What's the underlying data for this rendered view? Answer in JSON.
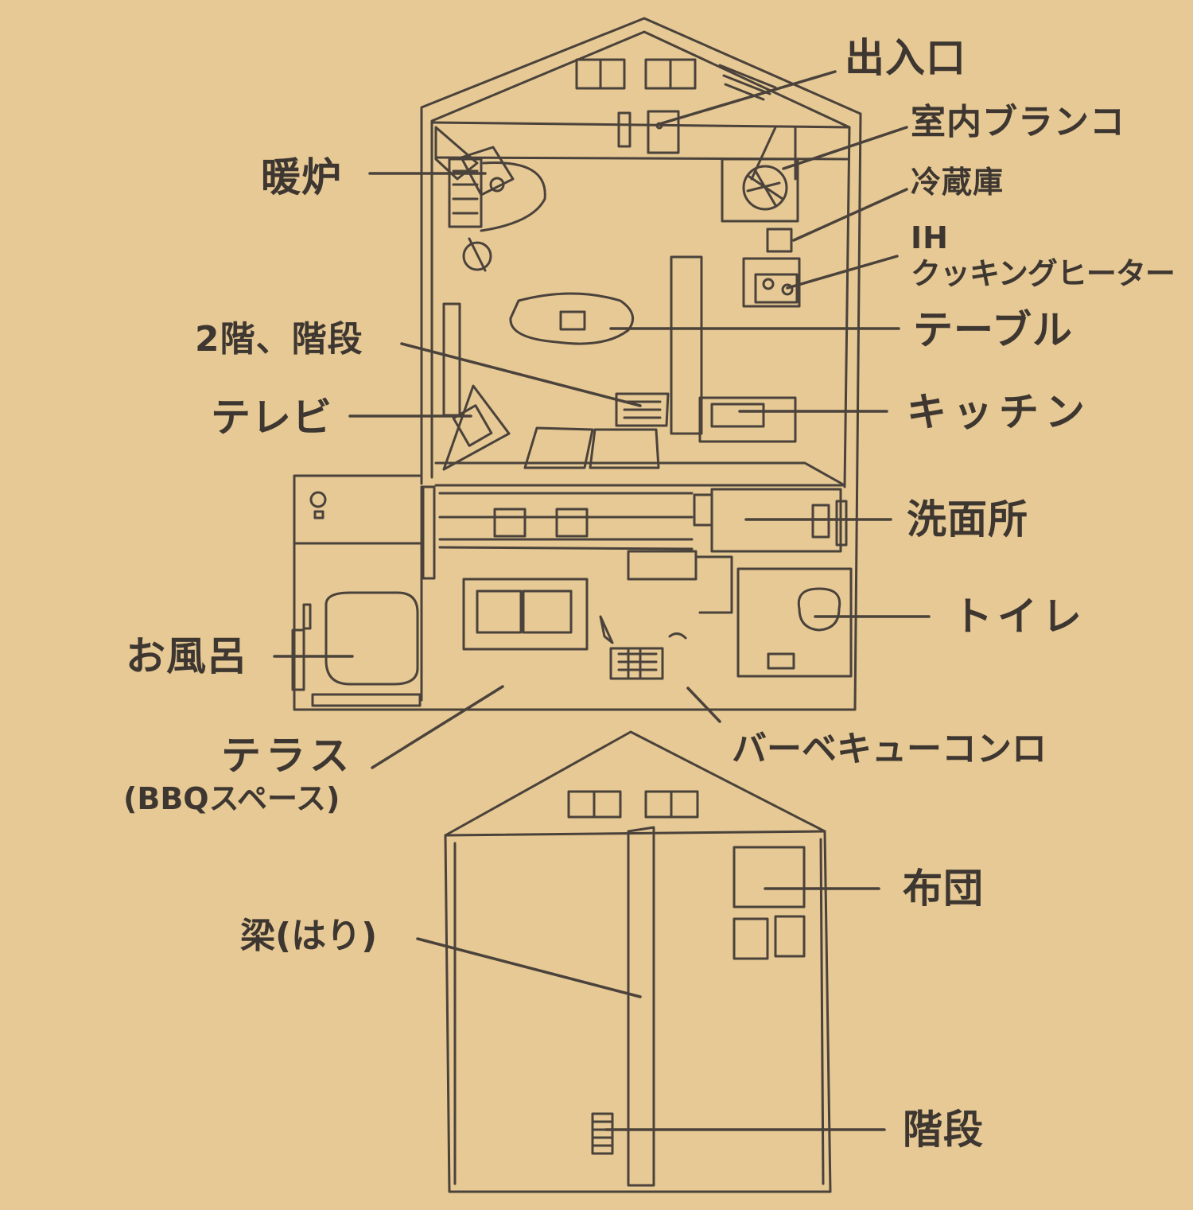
{
  "palette": {
    "paper": "#e6c994",
    "ink": "#4a423b"
  },
  "floor1": {
    "labels": {
      "entrance": "出入口",
      "indoor_swing": "室内ブランコ",
      "fireplace": "暖炉",
      "refrigerator": "冷蔵庫",
      "ih_line1": "IH",
      "ih_line2": "クッキングヒーター",
      "table": "テーブル",
      "stairs_2f": "2階、階段",
      "tv": "テレビ",
      "kitchen": "キッチン",
      "washroom": "洗面所",
      "toilet": "トイレ",
      "bath": "お風呂",
      "terrace_line1": "テラス",
      "terrace_line2": "(BBQスペース)",
      "bbq_grill": "バーベキューコンロ"
    }
  },
  "floor2": {
    "labels": {
      "futon": "布団",
      "beam": "梁(はり)",
      "stairs": "階段"
    }
  }
}
